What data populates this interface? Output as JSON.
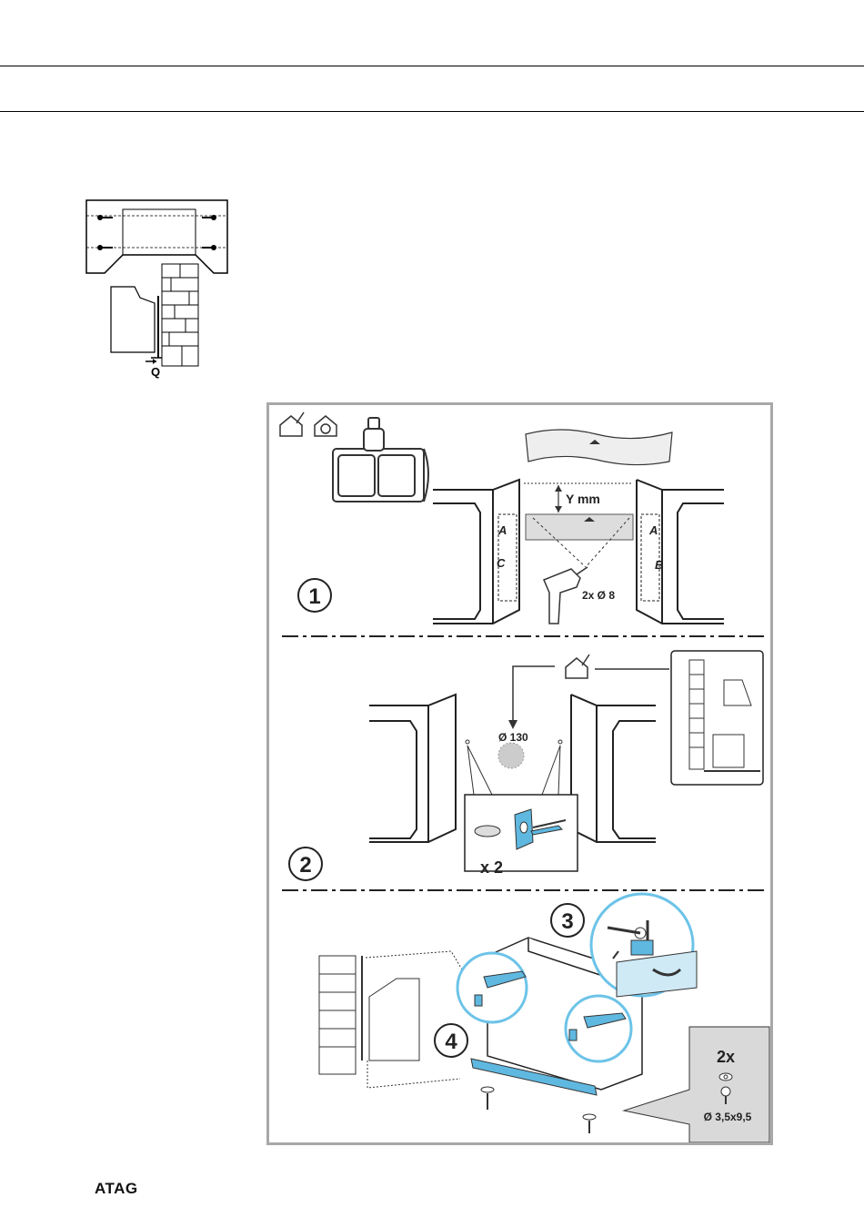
{
  "small_figure": {
    "label_q": "Q"
  },
  "panel": {
    "steps": {
      "step1": "1",
      "step2": "2",
      "step3": "3",
      "step4": "4"
    },
    "step1": {
      "y_label": "Y mm",
      "drill_label": "2x Ø 8",
      "side_a_left": "A",
      "side_c": "C",
      "side_a_right": "A",
      "side_b": "B"
    },
    "step2": {
      "duct_label": "Ø 130",
      "multiplier": "x 2"
    },
    "step4": {
      "screw_count": "2x",
      "screw_size": "Ø 3,5x9,5"
    }
  },
  "footer": {
    "brand": "ATAG"
  },
  "colors": {
    "accent_blue": "#5fb8e0",
    "circle_blue": "#6cc3e8",
    "panel_border": "#a8a8a8"
  }
}
